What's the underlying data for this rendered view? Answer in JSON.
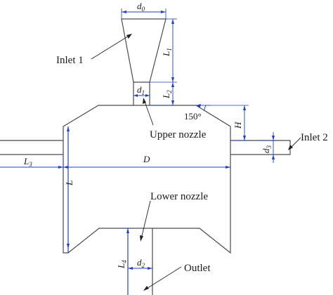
{
  "labels": {
    "inlet1": "Inlet 1",
    "inlet2": "Inlet 2",
    "upper_nozzle": "Upper nozzle",
    "lower_nozzle": "Lower nozzle",
    "outlet": "Outlet"
  },
  "dimensions": {
    "d0": {
      "main": "d",
      "sub": "0"
    },
    "d1": {
      "main": "d",
      "sub": "1"
    },
    "d2": {
      "main": "d",
      "sub": "2"
    },
    "d3": {
      "main": "d",
      "sub": "3"
    },
    "L1": {
      "main": "L",
      "sub": "1"
    },
    "L2": {
      "main": "L",
      "sub": "2"
    },
    "L3": {
      "main": "L",
      "sub": "3"
    },
    "L4": {
      "main": "L",
      "sub": "4"
    },
    "L": {
      "main": "L"
    },
    "H": {
      "main": "H"
    },
    "D": {
      "main": "D"
    },
    "angle": "150°"
  }
}
